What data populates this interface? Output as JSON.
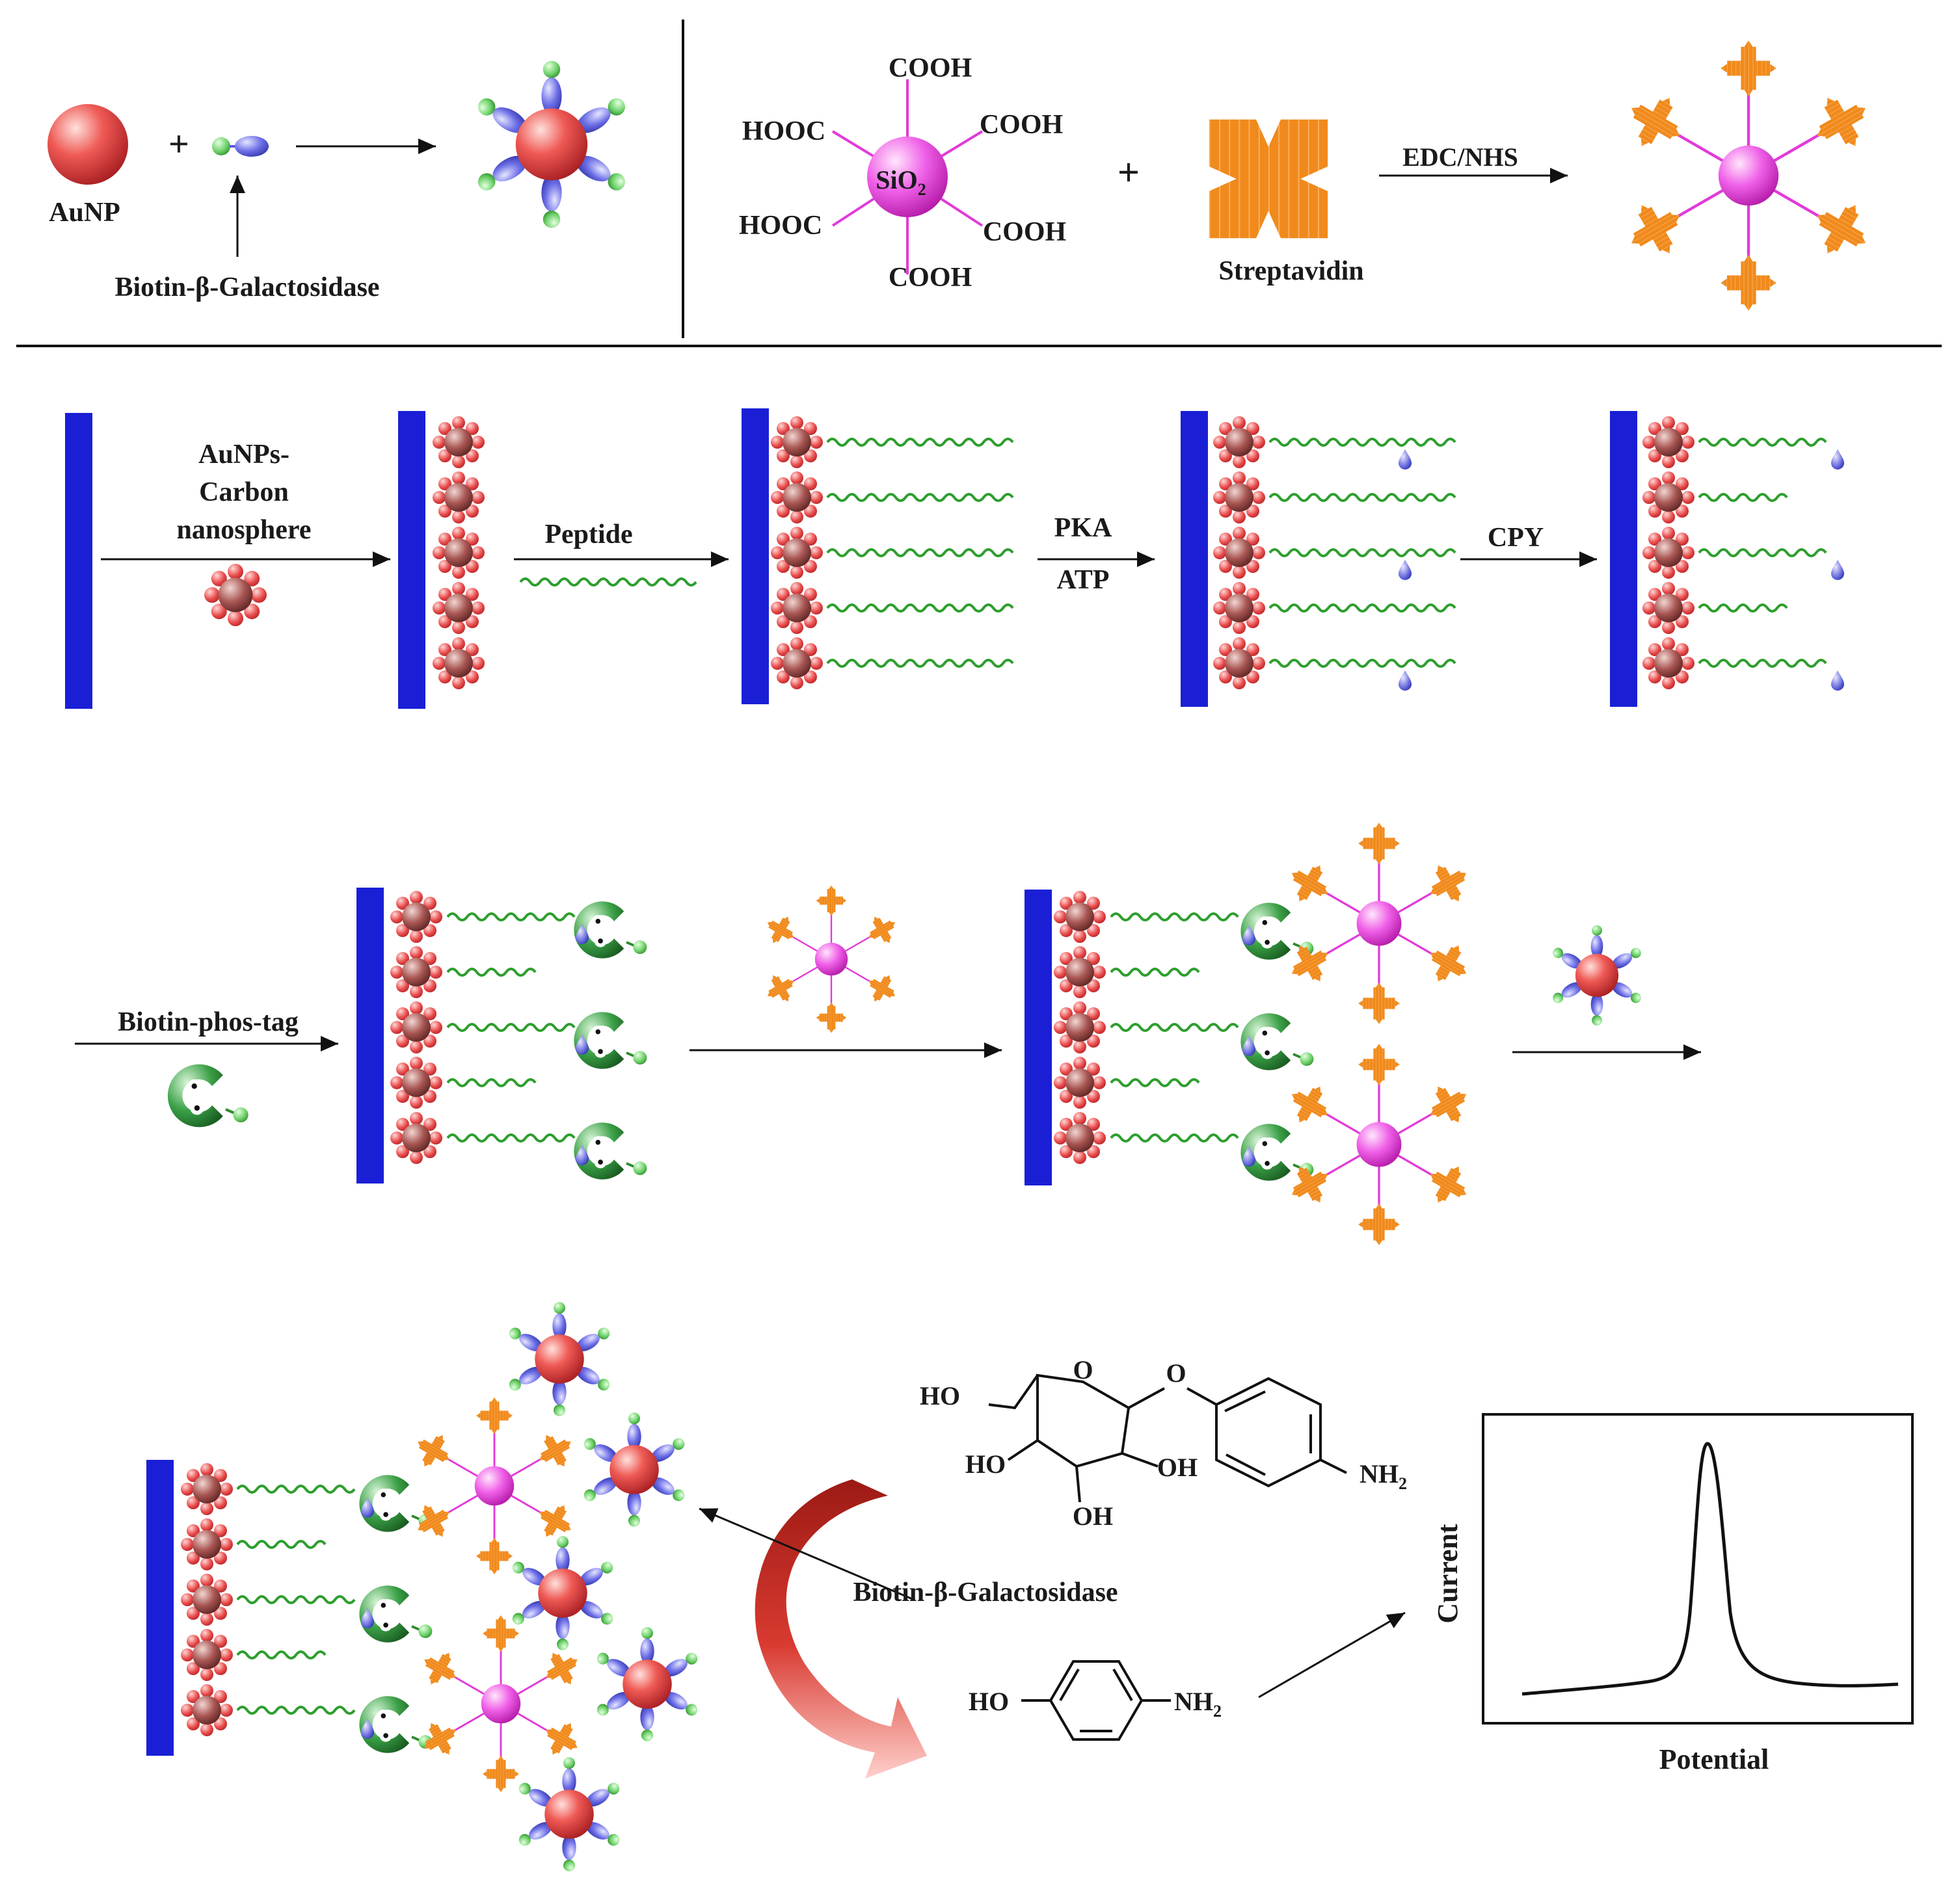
{
  "panel1": {
    "aunp_label": "AuNP",
    "plus": "+",
    "biotin_gal_label": "Biotin-β-Galactosidase"
  },
  "panel2": {
    "core_label": "SiO",
    "core_subscript": "2",
    "cooh_top": "COOH",
    "cooh_right_up": "COOH",
    "cooh_right_down": "COOH",
    "cooh_bottom": "COOH",
    "hooc_left_up": "HOOC",
    "hooc_left_down": "HOOC",
    "plus": "+",
    "streptavidin_label": "Streptavidin",
    "coupling_label": "EDC/NHS"
  },
  "row2": {
    "step1_line1": "AuNPs-",
    "step1_line2": "Carbon",
    "step1_line3": "nanosphere",
    "step2": "Peptide",
    "step3_line1": "PKA",
    "step3_line2": "ATP",
    "step4": "CPY"
  },
  "row3": {
    "step5": "Biotin-phos-tag"
  },
  "row4": {
    "enzyme_label": "Biotin-β-Galactosidase",
    "sugar_ho": "HO",
    "sugar_o_ring": "O",
    "sugar_o_link": "O",
    "sugar_ho_left": "HO",
    "sugar_oh_right": "OH",
    "sugar_oh_bottom": "OH",
    "sugar_nh2": "NH",
    "sugar_nh2_sub": "2",
    "product_ho": "HO",
    "product_nh2": "NH",
    "product_nh2_sub": "2",
    "plot_ylabel": "Current",
    "plot_xlabel": "Potential"
  },
  "colors": {
    "electrode": "#1a1fd6",
    "peptide": "#2e9e2e",
    "streptavidin": "#f08a1c",
    "silica": "#e23ad9",
    "gold": "#e8474a",
    "carbon": "#9a4a48",
    "biotin": "#6fd26b",
    "enzyme_lobe": "#5a5ce0",
    "phostag": "#2f8f3a",
    "curved_arrow": "#c0281f"
  }
}
